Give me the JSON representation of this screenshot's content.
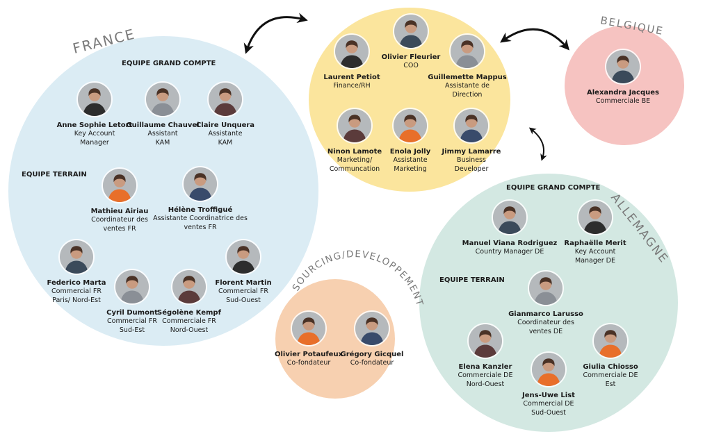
{
  "colors": {
    "france": "#dbecf4",
    "center": "#fbe59d",
    "belgique": "#f6c3c1",
    "allemagne": "#d3e8e2",
    "sourcing": "#f7d0b0",
    "avatar_bg": "#b5b9bc",
    "arrow": "#111111"
  },
  "regions": {
    "france": "FRANCE",
    "belgique": "BELGIQUE",
    "allemagne": "ALLEMAGNE",
    "sourcing": "SOURCING/DEVELOPPEMENT"
  },
  "sections": {
    "france_grand_compte": "EQUIPE GRAND COMPTE",
    "france_terrain": "EQUIPE TERRAIN",
    "de_grand_compte": "EQUIPE GRAND COMPTE",
    "de_terrain": "EQUIPE TERRAIN"
  },
  "people": [
    {
      "id": "olivier-fleurier",
      "name": "Olivier Fleurier",
      "role": [
        "COO"
      ]
    },
    {
      "id": "laurent-petiot",
      "name": "Laurent Petiot",
      "role": [
        "Finance/RH"
      ]
    },
    {
      "id": "guillemette-mappus",
      "name": "Guillemette Mappus",
      "role": [
        "Assistante de",
        "Direction"
      ]
    },
    {
      "id": "ninon-lamote",
      "name": "Ninon Lamote",
      "role": [
        "Marketing/",
        "Communcation"
      ]
    },
    {
      "id": "enola-jolly",
      "name": "Enola Jolly",
      "role": [
        "Assistante",
        "Marketing"
      ]
    },
    {
      "id": "jimmy-lamarre",
      "name": "Jimmy Lamarre",
      "role": [
        "Business",
        "Developer"
      ]
    },
    {
      "id": "alexandra-jacques",
      "name": "Alexandra Jacques",
      "role": [
        "Commerciale BE"
      ]
    },
    {
      "id": "anne-sophie-letort",
      "name": "Anne Sophie Letort",
      "role": [
        "Key Account",
        "Manager"
      ]
    },
    {
      "id": "guillaume-chauvel",
      "name": "Guillaume Chauvel",
      "role": [
        "Assistant",
        "KAM"
      ]
    },
    {
      "id": "claire-unquera",
      "name": "Claire Unquera",
      "role": [
        "Assistante",
        "KAM"
      ]
    },
    {
      "id": "mathieu-airiau",
      "name": "Mathieu Airiau",
      "role": [
        "Coordinateur des",
        "ventes FR"
      ]
    },
    {
      "id": "helene-troffigue",
      "name": "Hélène Troffigué",
      "role": [
        "Assistante Coordinatrice des",
        "ventes FR"
      ]
    },
    {
      "id": "federico-marta",
      "name": "Federico Marta",
      "role": [
        "Commercial FR",
        "Paris/ Nord-Est"
      ]
    },
    {
      "id": "florent-martin",
      "name": "Florent Martin",
      "role": [
        "Commercial FR",
        "Sud-Ouest"
      ]
    },
    {
      "id": "cyril-dumont",
      "name": "Cyril Dumont",
      "role": [
        "Commercial FR",
        "Sud-Est"
      ]
    },
    {
      "id": "segolene-kempf",
      "name": "Ségolène Kempf",
      "role": [
        "Commerciale FR",
        "Nord-Ouest"
      ]
    },
    {
      "id": "olivier-potaufeux",
      "name": "Olivier Potaufeux",
      "role": [
        "Co-fondateur"
      ]
    },
    {
      "id": "gregory-gicquel",
      "name": "Grégory Gicquel",
      "role": [
        "Co-fondateur"
      ]
    },
    {
      "id": "manuel-viana-rodriguez",
      "name": "Manuel Viana Rodriguez",
      "role": [
        "Country Manager DE"
      ]
    },
    {
      "id": "raphaelle-merit",
      "name": "Raphaëlle Merit",
      "role": [
        "Key Account",
        "Manager DE"
      ]
    },
    {
      "id": "gianmarco-larusso",
      "name": "Gianmarco Larusso",
      "role": [
        "Coordinateur des",
        "ventes DE"
      ]
    },
    {
      "id": "elena-kanzler",
      "name": "Elena Kanzler",
      "role": [
        "Commerciale DE",
        "Nord-Ouest"
      ]
    },
    {
      "id": "giulia-chiosso",
      "name": "Giulia Chiosso",
      "role": [
        "Commerciale DE",
        "Est"
      ]
    },
    {
      "id": "jens-uwe-list",
      "name": "Jens-Uwe List",
      "role": [
        "Commercial DE",
        "Sud-Ouest"
      ]
    }
  ]
}
